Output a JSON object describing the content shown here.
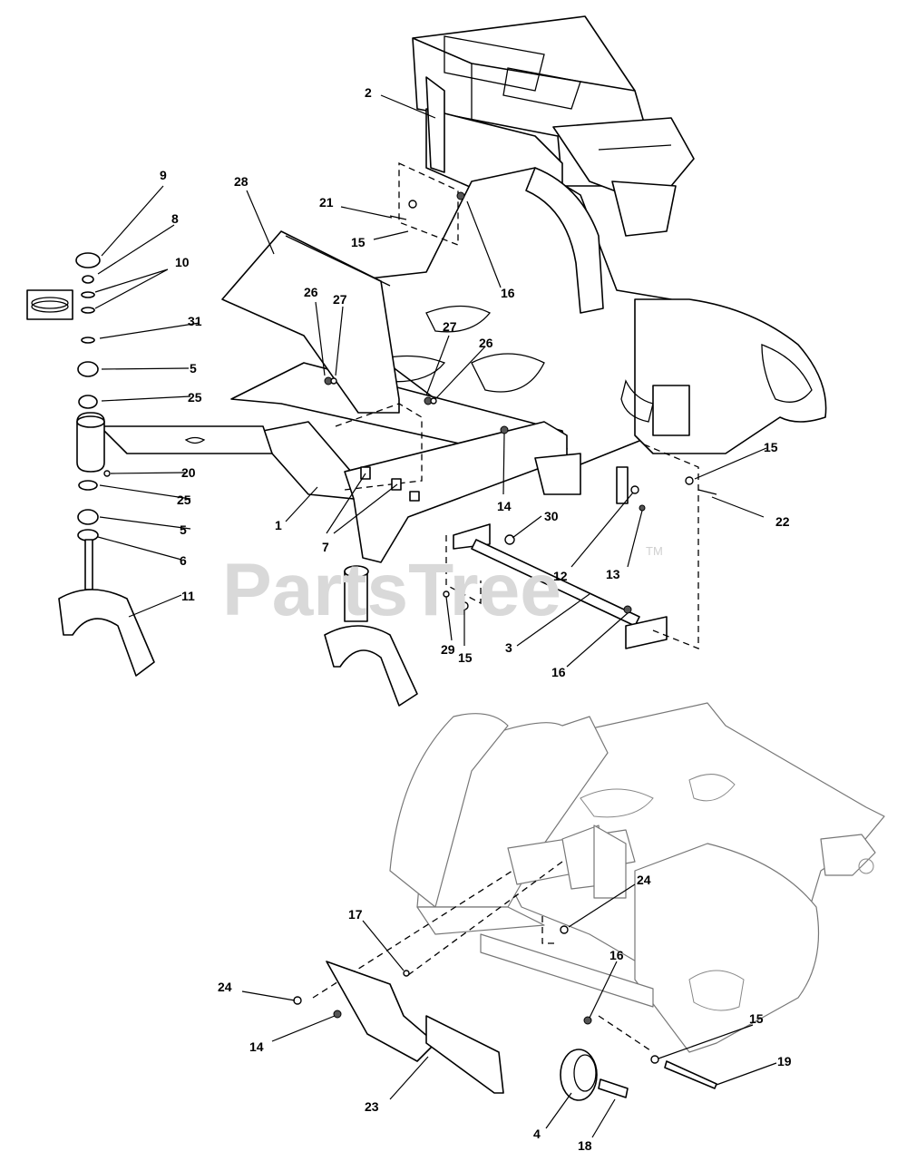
{
  "watermark": {
    "text": "PartsTree",
    "tm": "TM"
  },
  "callouts": [
    {
      "n": "2"
    },
    {
      "n": "9"
    },
    {
      "n": "8"
    },
    {
      "n": "10"
    },
    {
      "n": "28"
    },
    {
      "n": "21"
    },
    {
      "n": "15"
    },
    {
      "n": "16"
    },
    {
      "n": "26"
    },
    {
      "n": "27"
    },
    {
      "n": "31"
    },
    {
      "n": "27"
    },
    {
      "n": "26"
    },
    {
      "n": "5"
    },
    {
      "n": "25"
    },
    {
      "n": "20"
    },
    {
      "n": "15"
    },
    {
      "n": "22"
    },
    {
      "n": "25"
    },
    {
      "n": "5"
    },
    {
      "n": "14"
    },
    {
      "n": "1"
    },
    {
      "n": "7"
    },
    {
      "n": "30"
    },
    {
      "n": "6"
    },
    {
      "n": "12"
    },
    {
      "n": "13"
    },
    {
      "n": "11"
    },
    {
      "n": "29"
    },
    {
      "n": "15"
    },
    {
      "n": "3"
    },
    {
      "n": "16"
    },
    {
      "n": "24"
    },
    {
      "n": "17"
    },
    {
      "n": "16"
    },
    {
      "n": "24"
    },
    {
      "n": "15"
    },
    {
      "n": "14"
    },
    {
      "n": "19"
    },
    {
      "n": "23"
    },
    {
      "n": "4"
    },
    {
      "n": "18"
    }
  ]
}
